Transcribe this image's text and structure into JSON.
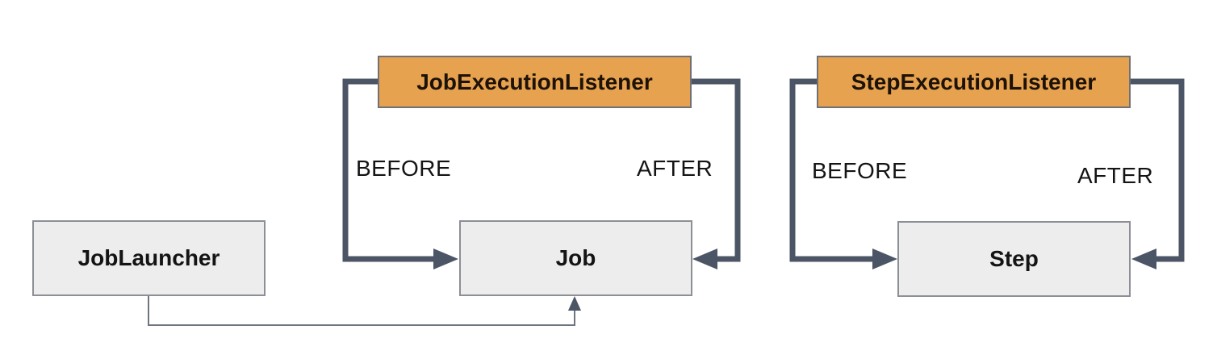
{
  "diagram": {
    "boxes": {
      "job_execution_listener": {
        "label": "JobExecutionListener"
      },
      "step_execution_listener": {
        "label": "StepExecutionListener"
      },
      "job_launcher": {
        "label": "JobLauncher"
      },
      "job": {
        "label": "Job"
      },
      "step": {
        "label": "Step"
      }
    },
    "edge_labels": {
      "job_before": "BEFORE",
      "job_after": "AFTER",
      "step_before": "BEFORE",
      "step_after": "AFTER"
    },
    "colors": {
      "listener_fill": "#e7a250",
      "listener_border": "#6f7176",
      "component_fill": "#ededee",
      "component_border": "#8c8f95",
      "connector_thick": "#4b5566",
      "connector_thin": "#6e7581",
      "text": "#141414",
      "listener_text": "#1d1206",
      "background": "#ffffff"
    }
  }
}
